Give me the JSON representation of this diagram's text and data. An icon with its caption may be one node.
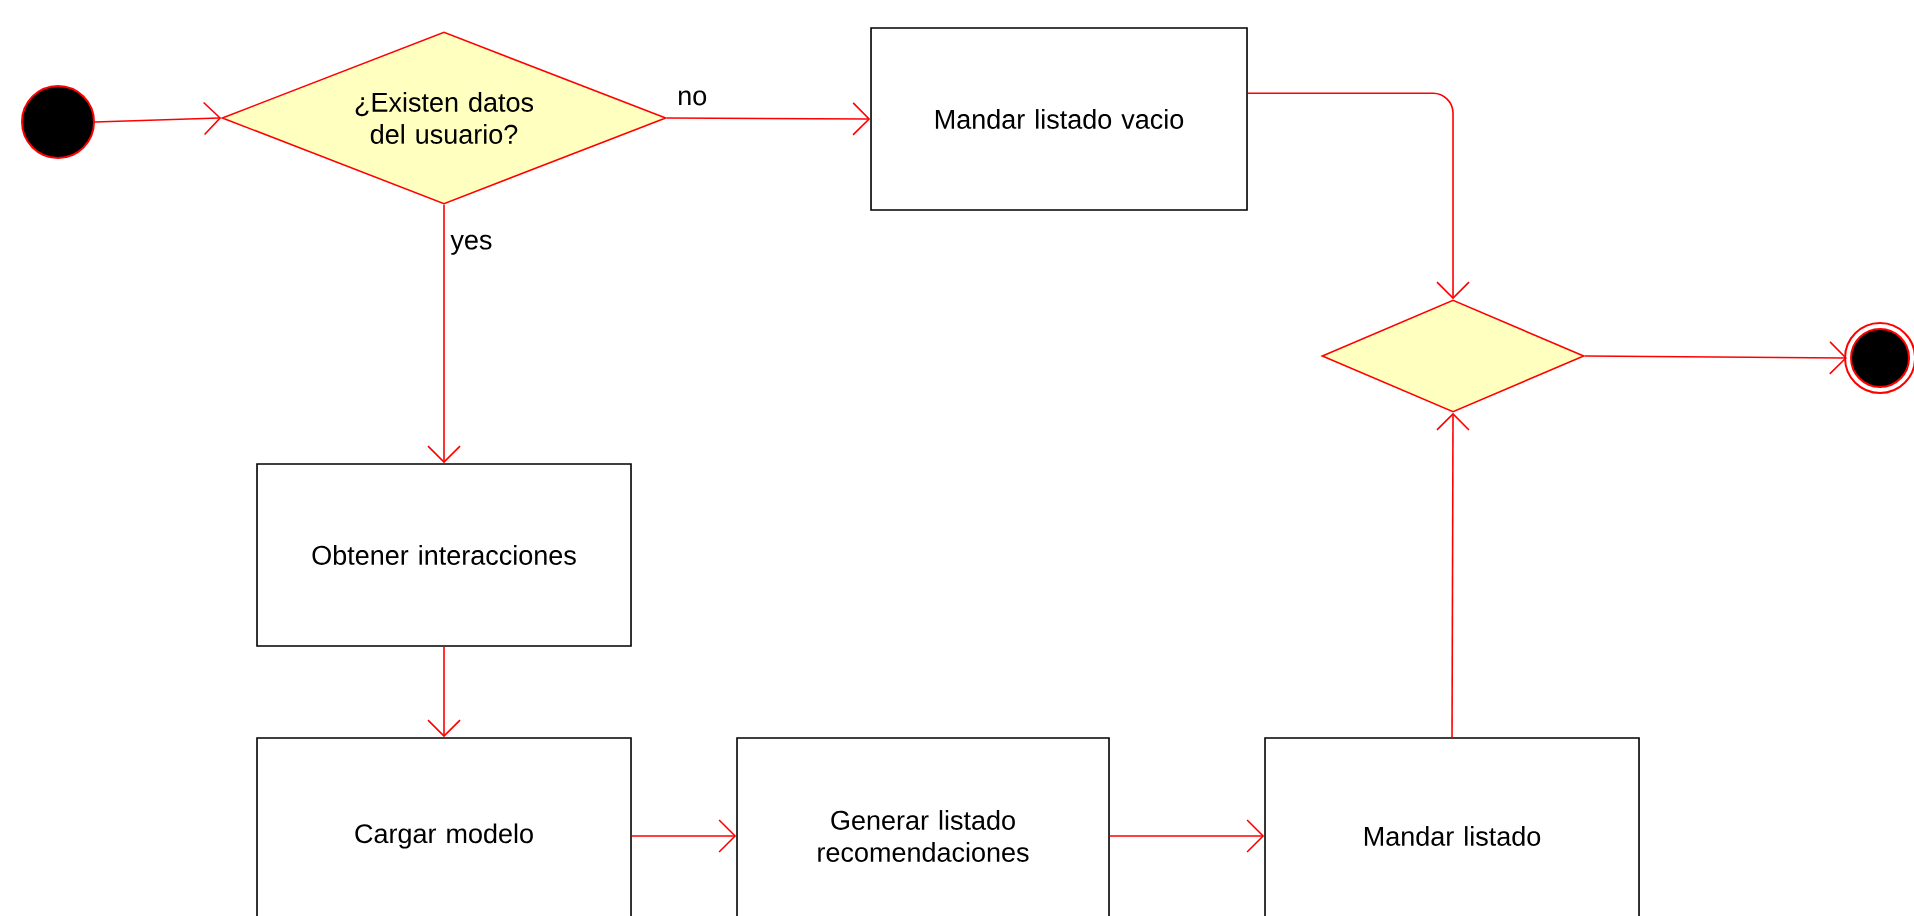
{
  "diagram": {
    "nodes": [
      {
        "text": [],
        "shape": "circle"
      },
      {
        "text": [
          "¿Existen datos del usuario?"
        ]
      },
      {
        "text": [
          "Mandar listado vacio"
        ]
      },
      {
        "text": [],
        "shape": "diamond"
      },
      {
        "text": [],
        "shape": "circle"
      },
      {
        "text": [
          "Obtener interacciones"
        ]
      },
      {
        "text": [
          "Cargar modelo"
        ]
      },
      {
        "text": [
          "Generar listado recomendaciones"
        ]
      },
      {
        "text": [
          "Mandar listado"
        ]
      }
    ],
    "edges": [
      {
        "from": 0,
        "to": 1,
        "arrow": "to"
      },
      {
        "from": 1,
        "to": 2,
        "arrow": "to",
        "label": "no"
      },
      {
        "from": 1,
        "to": 5,
        "arrow": "to",
        "label": "yes"
      },
      {
        "from": 2,
        "to": 3,
        "arrow": "to"
      },
      {
        "from": 5,
        "to": 6,
        "arrow": "to"
      },
      {
        "from": 6,
        "to": 7,
        "arrow": "to"
      },
      {
        "from": 7,
        "to": 8,
        "arrow": "to"
      },
      {
        "from": 8,
        "to": 3,
        "arrow": "to"
      },
      {
        "from": 3,
        "to": 4,
        "arrow": "to"
      }
    ]
  }
}
